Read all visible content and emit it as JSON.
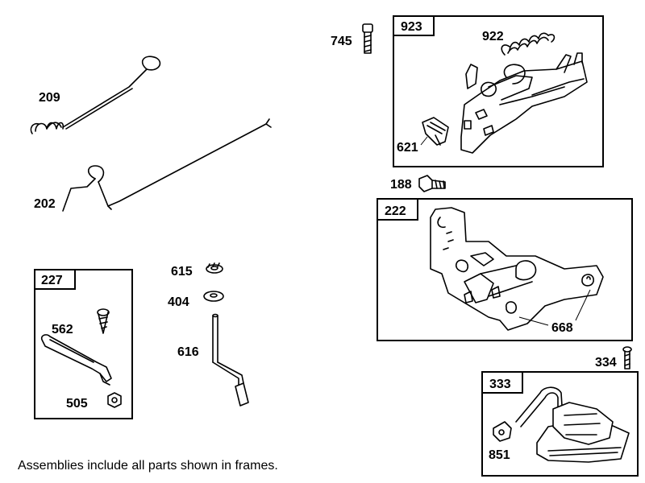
{
  "parts": {
    "p209": "209",
    "p202": "202",
    "p745": "745",
    "p922": "922",
    "p923": "923",
    "p621": "621",
    "p188": "188",
    "p222": "222",
    "p668": "668",
    "p227": "227",
    "p562": "562",
    "p505": "505",
    "p615": "615",
    "p404": "404",
    "p616": "616",
    "p334": "334",
    "p333": "333",
    "p851": "851"
  },
  "footnote": "Assemblies include all parts shown in frames."
}
